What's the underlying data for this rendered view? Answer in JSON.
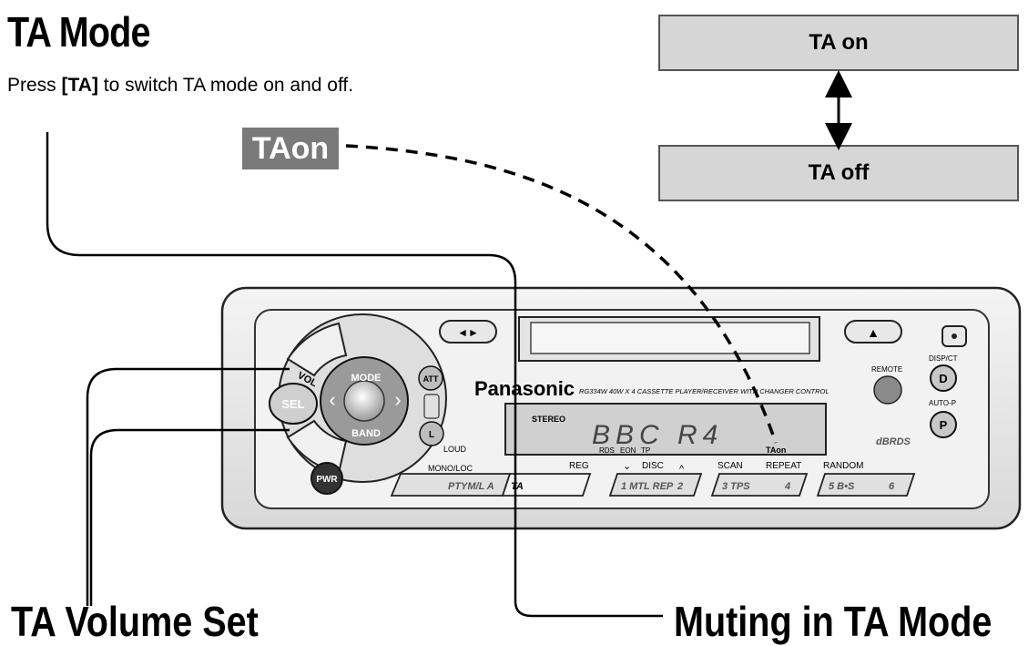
{
  "title": "TA Mode",
  "description": {
    "prefix": "Press ",
    "key": "[TA]",
    "suffix": " to switch TA mode on and off."
  },
  "display_badge": "TAon",
  "states": {
    "on": "TA on",
    "off": "TA off"
  },
  "footer": {
    "left": "TA Volume Set",
    "right": "Muting in TA Mode"
  },
  "device": {
    "brand": "Panasonic",
    "model_line": "RG334W  40W X 4  CASSETTE PLAYER/RECEIVER WITH CHANGER CONTROL",
    "display_text": "BBC R4",
    "display_stereo": "STEREO",
    "display_rds": "RDS",
    "display_eon": "EON",
    "display_tp": "TP",
    "display_taon": "TAon",
    "buttons": {
      "vol": "VOL",
      "sel": "SEL",
      "mode": "MODE",
      "band": "BAND",
      "att": "ATT",
      "lou": "L",
      "loud": "LOUD",
      "pwr": "PWR",
      "mono_loc": "MONO/LOC",
      "remote": "REMOTE",
      "disp_ct": "DISP/CT",
      "d": "D",
      "auto_p": "AUTO-P",
      "p": "P",
      "ptym": "PTYM/L A",
      "ta": "TA",
      "reg": "REG",
      "disc": "DISC",
      "scan": "SCAN",
      "repeat": "REPEAT",
      "random": "RANDOM",
      "p1": "1 MTL REP",
      "p2": "2",
      "p3": "3 TPS",
      "p4": "4",
      "p5": "5 B•S",
      "p6": "6",
      "rds_logo": "dBRDS"
    }
  },
  "colors": {
    "badge": "#7a7a7a",
    "state_box": "#d6d6d6",
    "device_body": "#ebebeb",
    "display_bg": "#d0d0d0"
  }
}
